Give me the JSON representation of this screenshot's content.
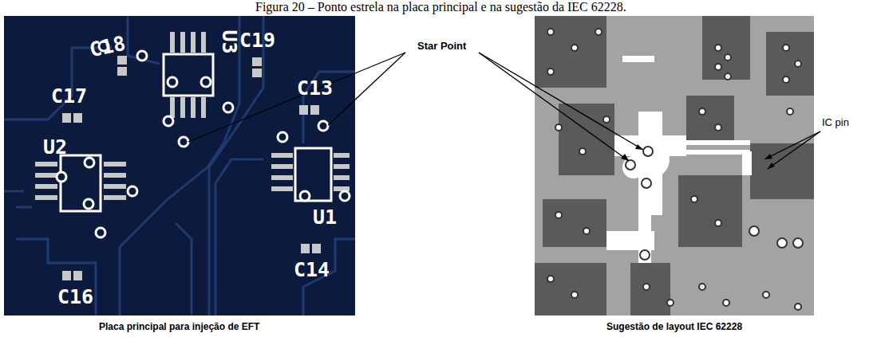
{
  "diagram": {
    "title": "Figura 20 – Ponto estrela na placa principal e na sugestão da IEC 62228.",
    "labels": [
      "C18",
      "U3",
      "C19",
      "C17",
      "C13",
      "U2",
      "U1",
      "C16",
      "C14",
      "Star Point",
      "IC pin",
      "Placa principal para injeção de EFT",
      "Sugestão de layout IEC 62228"
    ]
  }
}
